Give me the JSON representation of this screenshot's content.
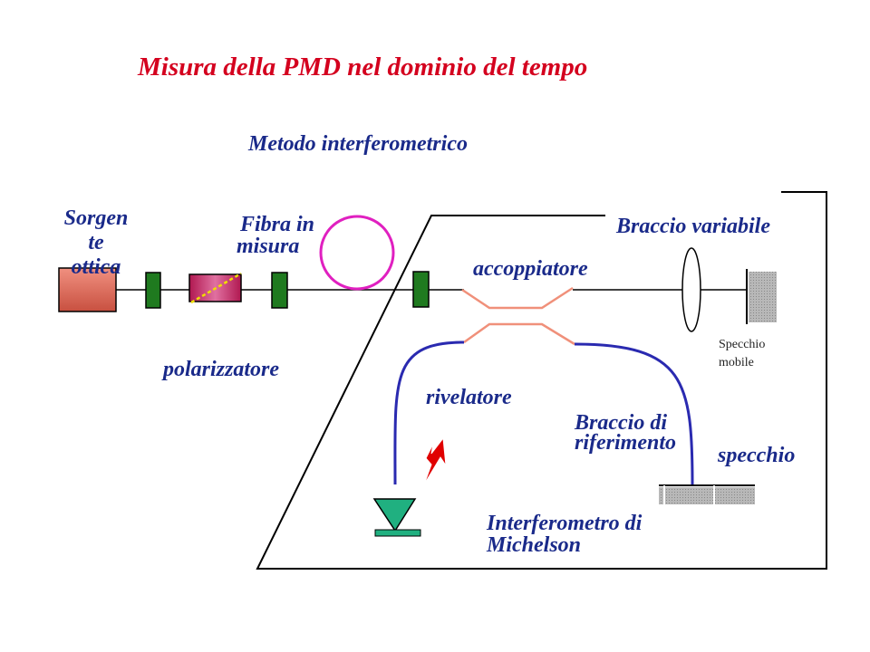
{
  "title": "Misura della PMD nel dominio del tempo",
  "subtitle": "Metodo interferometrico",
  "labels": {
    "source_line1": "Sorgen",
    "source_line2": "te",
    "source_line3": "ottica",
    "fiber_line1": "Fibra in",
    "fiber_line2": "misura",
    "variable_arm": "Braccio variabile",
    "coupler": "accoppiatore",
    "polarizer": "polarizzatore",
    "detector": "rivelatore",
    "reference_arm_line1": "Braccio di",
    "reference_arm_line2": "riferimento",
    "mirror": "specchio",
    "moving_mirror_line1": "Specchio",
    "moving_mirror_line2": "mobile",
    "michelson_line1": "Interferometro di",
    "michelson_line2": "Michelson"
  },
  "colors": {
    "title": "#d4001e",
    "text": "#1a2a8a",
    "fiber_loop": "#e020c0",
    "fiber_lines": "#2a2ab0",
    "coupler": "#f0907a",
    "connector": "#1f7a1f",
    "detector": "#20b080",
    "spark": "#e00000",
    "source": "#e07060",
    "polarizer": "#c02060",
    "polarizer_axis": "#f0e000",
    "mirror": "#a0a0a0"
  }
}
